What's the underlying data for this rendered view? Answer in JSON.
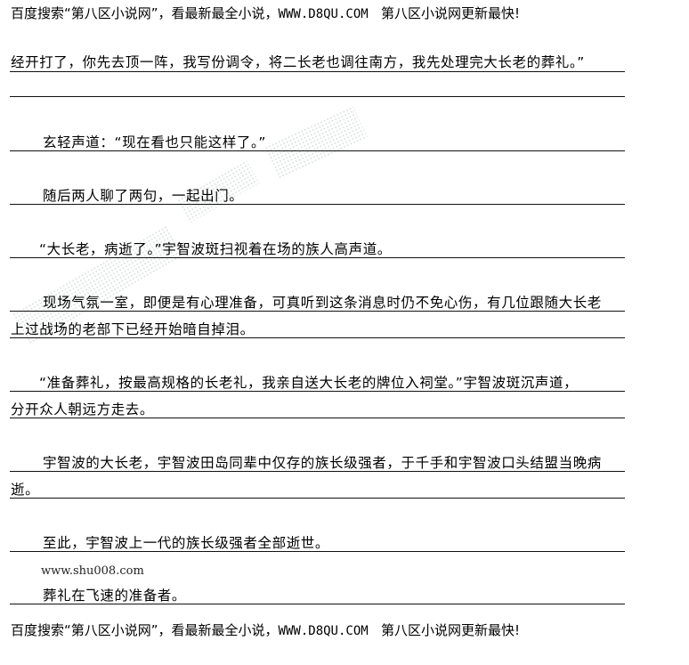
{
  "banner": {
    "prefix": "百度搜索“第八区小说网”，看最新最全小说，",
    "url": "WWW.D8QU.COM",
    "suffix": "第八区小说网更新最快!"
  },
  "paragraphs": [
    {
      "lines": [
        "经开打了，你先去顶一阵，我写份调令，将二长老也调往南方，我先处理完大长老的葬礼。”"
      ]
    },
    {
      "lines": [
        "玄轻声道：“现在看也只能这样了。”"
      ]
    },
    {
      "lines": [
        "随后两人聊了两句，一起出门。"
      ]
    },
    {
      "lines": [
        "“大长老，病逝了。”宇智波斑扫视着在场的族人高声道。"
      ]
    },
    {
      "lines": [
        "现场气氛一室，即便是有心理准备，可真听到这条消息时仍不免心伤，有几位跟随大长老",
        "上过战场的老部下已经开始暗自掉泪。"
      ]
    },
    {
      "lines": [
        "“准备葬礼，按最高规格的长老礼，我亲自送大长老的牌位入祠堂。”宇智波斑沉声道，",
        "分开众人朝远方走去。"
      ]
    },
    {
      "lines": [
        "宇智波的大长老，宇智波田岛同辈中仅存的族长级强者，于千手和宇智波口头结盟当晚病",
        "逝。"
      ]
    },
    {
      "lines": [
        "至此，宇智波上一代的族长级强者全部逝世。"
      ]
    },
    {
      "lines": [
        "葬礼在飞速的准备者。"
      ]
    }
  ],
  "site_mark": "www.shu008.com"
}
